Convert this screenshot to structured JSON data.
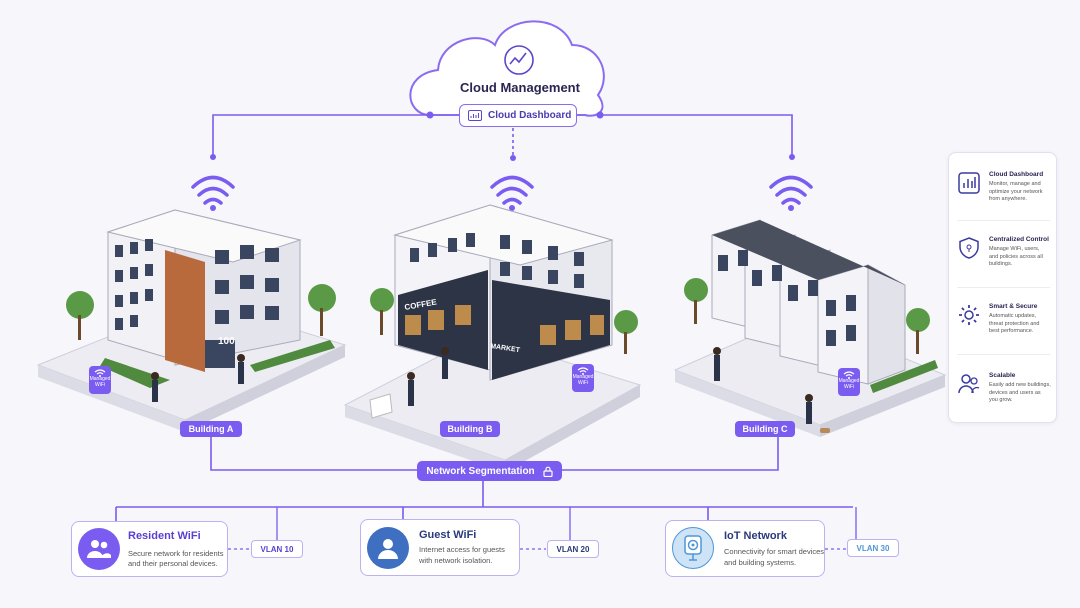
{
  "colors": {
    "accent": "#7b5cf0",
    "resident": "#7b5cf0",
    "guest": "#3f6fc0",
    "iot": "#4f96d8"
  },
  "cloud": {
    "title": "Cloud Management",
    "dashboard_label": "Cloud Dashboard",
    "icon": "pulse-icon"
  },
  "buildings": [
    {
      "label": "Building A",
      "number": "100",
      "badge": "Managed WiFi"
    },
    {
      "label": "Building B",
      "signs": [
        "COFFEE",
        "MARKET"
      ],
      "badge": "Managed WiFi"
    },
    {
      "label": "Building C",
      "badge": "Managed WiFi"
    }
  ],
  "segmentation": {
    "label": "Network Segmentation",
    "icon": "lock-icon"
  },
  "networks": [
    {
      "title": "Resident WiFi",
      "desc1": "Secure network for residents",
      "desc2": "and their personal devices.",
      "vlan": "VLAN 10",
      "icon": "users-icon"
    },
    {
      "title": "Guest WiFi",
      "desc1": "Internet access for guests",
      "desc2": "with network isolation.",
      "vlan": "VLAN 20",
      "icon": "user-icon"
    },
    {
      "title": "IoT Network",
      "desc1": "Connectivity for smart devices",
      "desc2": "and building systems.",
      "vlan": "VLAN 30",
      "icon": "camera-icon"
    }
  ],
  "features": [
    {
      "title": "Cloud Dashboard",
      "l1": "Monitor, manage and",
      "l2": "optimize your network",
      "l3": "from anywhere.",
      "icon": "chart-icon"
    },
    {
      "title": "Centralized Control",
      "l1": "Manage WiFi, users,",
      "l2": "and policies across all",
      "l3": "buildings.",
      "icon": "shield-icon"
    },
    {
      "title": "Smart & Secure",
      "l1": "Automatic updates,",
      "l2": "threat protection and",
      "l3": "best performance.",
      "icon": "gear-icon"
    },
    {
      "title": "Scalable",
      "l1": "Easily add new buildings,",
      "l2": "devices and users as",
      "l3": "you grow.",
      "icon": "user-plus-icon"
    }
  ]
}
